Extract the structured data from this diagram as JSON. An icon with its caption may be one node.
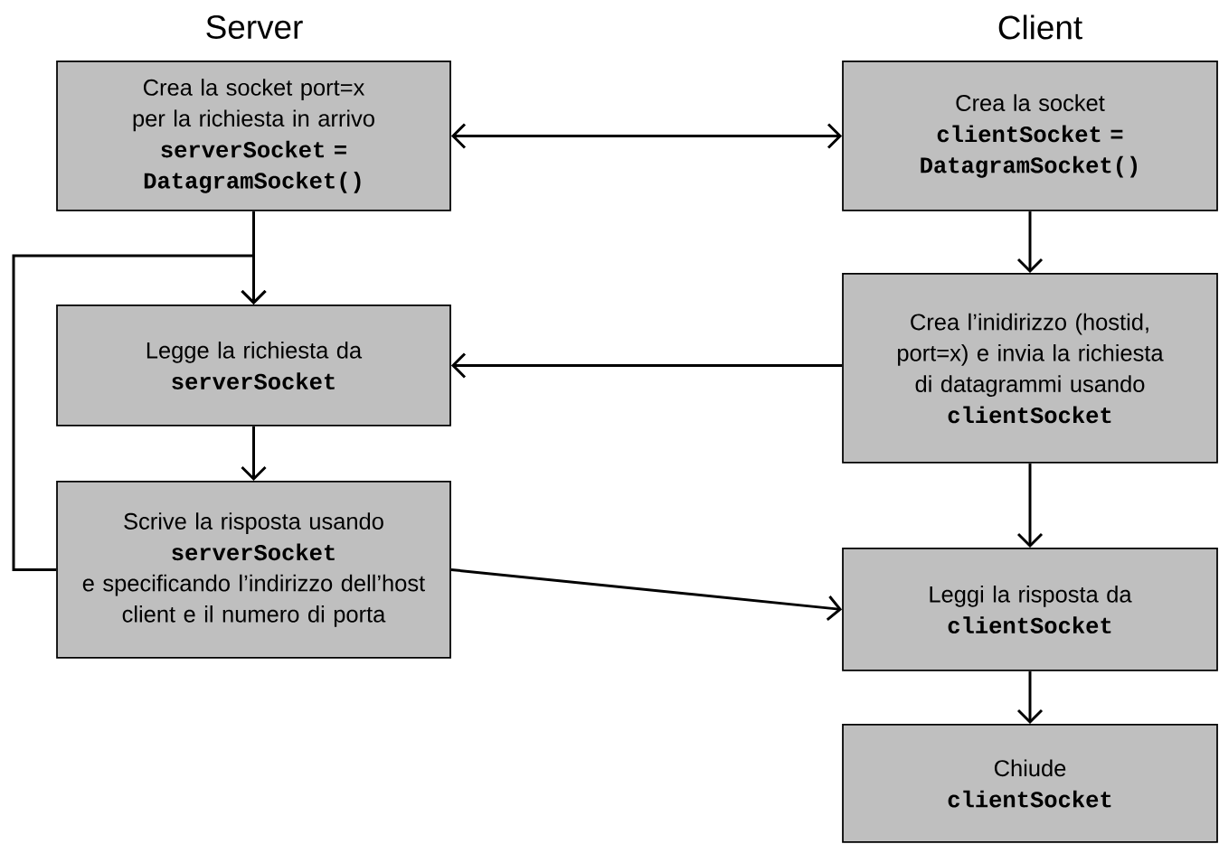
{
  "diagram": {
    "nodes": [
      {
        "text": [
          "Crea la socket port=x per la richiesta in arrivo",
          "serverSocket = DatagramSocket()"
        ]
      },
      {
        "text": [
          "Crea la socket",
          "clientSocket = DatagramSocket()"
        ]
      },
      {
        "text": [
          "Legge la richiesta da",
          "serverSocket"
        ]
      },
      {
        "text": [
          "Crea l’inidirizzo (hostid, port=x) e invia la richiesta di datagrammi usando",
          "clientSocket"
        ]
      },
      {
        "text": [
          "Scrive la risposta usando",
          "serverSocket",
          "e specificando l’indirizzo dell’host client e il numero di porta"
        ]
      },
      {
        "text": [
          "Leggi la risposta da",
          "clientSocket"
        ]
      },
      {
        "text": [
          "Chiude",
          "clientSocket"
        ]
      }
    ],
    "edges": [
      {
        "from": 0,
        "to": 1,
        "arrow": "both"
      },
      {
        "from": 0,
        "to": 2,
        "arrow": "to"
      },
      {
        "from": 4,
        "to": 2,
        "arrow": "to"
      },
      {
        "from": 1,
        "to": 3,
        "arrow": "to"
      },
      {
        "from": 3,
        "to": 2,
        "arrow": "to"
      },
      {
        "from": 2,
        "to": 4,
        "arrow": "to"
      },
      {
        "from": 4,
        "to": 5,
        "arrow": "to"
      },
      {
        "from": 3,
        "to": 5,
        "arrow": "to"
      },
      {
        "from": 5,
        "to": 6,
        "arrow": "to"
      }
    ],
    "labels": [
      "Server",
      "Client"
    ]
  }
}
